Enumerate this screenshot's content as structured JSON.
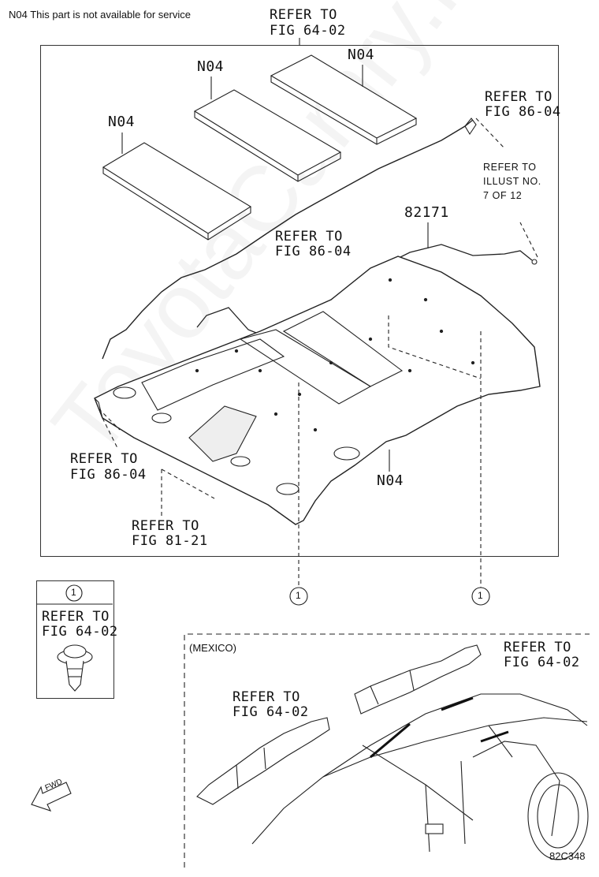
{
  "header": {
    "note": "N04 This part is not available for service"
  },
  "main_diagram": {
    "refer_top": [
      "REFER TO",
      "FIG 64-02"
    ],
    "n04_a": "N04",
    "n04_b": "N04",
    "n04_c": "N04",
    "refer_right_top": [
      "REFER TO",
      "FIG 86-04"
    ],
    "refer_illust": [
      "REFER TO",
      "ILLUST NO.",
      "7 OF 12"
    ],
    "part_82171": "82171",
    "refer_center": [
      "REFER TO",
      "FIG 86-04"
    ],
    "refer_left": [
      "REFER TO",
      "FIG 86-04"
    ],
    "refer_bottom": [
      "REFER TO",
      "FIG 81-21"
    ],
    "n04_bottom": "N04",
    "callout_1": "1",
    "callout_2": "1"
  },
  "legend_box": {
    "callout": "1",
    "refer": [
      "REFER TO",
      "FIG 64-02"
    ]
  },
  "mexico_box": {
    "title": "(MEXICO)",
    "refer_right": [
      "REFER TO",
      "FIG 64-02"
    ],
    "refer_left": [
      "REFER TO",
      "FIG 64-02"
    ]
  },
  "fwd_label": "FWD",
  "diagram_code": "82C348",
  "watermark": "ToyotaCamry.ru"
}
